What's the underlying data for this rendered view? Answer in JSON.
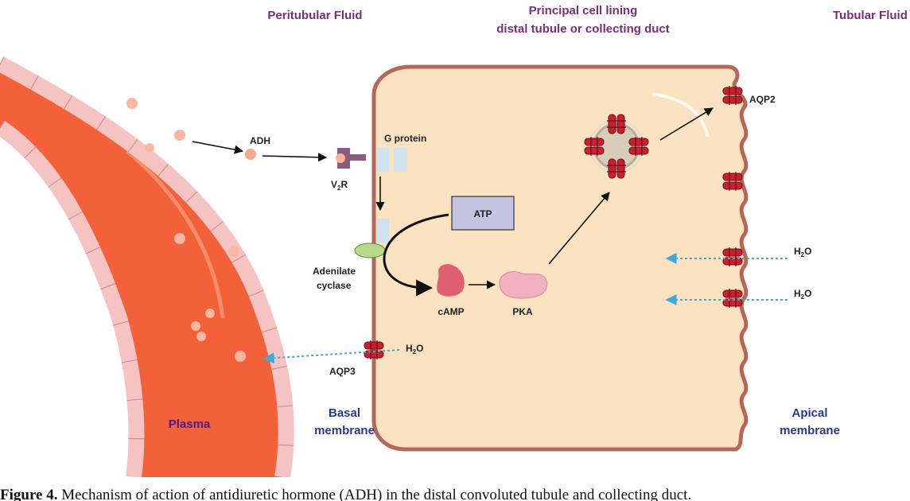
{
  "headers": {
    "peritubular": "Peritubular Fluid",
    "principal_line1": "Principal cell lining",
    "principal_line2": "distal tubule or collecting duct",
    "tubular": "Tubular Fluid"
  },
  "labels": {
    "adh": "ADH",
    "v2r": "V",
    "v2r_sub": "2",
    "v2r_suffix": "R",
    "g_protein": "G protein",
    "atp": "ATP",
    "adenylate_line1": "Adenilate",
    "adenylate_line2": "cyclase",
    "camp": "cAMP",
    "pka": "PKA",
    "aqp2": "AQP2",
    "aqp3": "AQP3",
    "h2o_main": "H",
    "h2o_sub": "2",
    "h2o_suffix": "O",
    "plasma": "Plasma",
    "basal_line1": "Basal",
    "basal_line2": "membrane",
    "apical_line1": "Apical",
    "apical_line2": "membrane"
  },
  "caption": {
    "figure": "Figure 4.",
    "text": "Mechanism of action of antidiuretic hormone (ADH) in the distal convoluted tubule and collecting duct."
  },
  "colors": {
    "vessel": "#f2613a",
    "vessel_wall": "#f6c3c3",
    "cell": "#fbe3c2",
    "cell_border": "#b5675a",
    "aquaporin": "#c8202e",
    "header_purple": "#7a2d7a",
    "label_blue": "#243a8f",
    "water_arrow": "#3aa9dc",
    "gprotein": "#cfe3ee",
    "adenylate": "#b6d98a",
    "camp": "#e06070",
    "pka": "#f2b0c0",
    "atp_box": "#c6c2e2"
  }
}
